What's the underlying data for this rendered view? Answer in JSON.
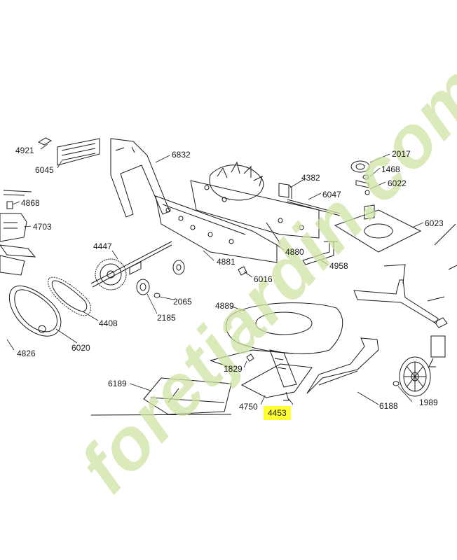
{
  "parts": [
    {
      "id": "4921"
    },
    {
      "id": "6045"
    },
    {
      "id": "6832"
    },
    {
      "id": "4382"
    },
    {
      "id": "6047"
    },
    {
      "id": "2017"
    },
    {
      "id": "1468"
    },
    {
      "id": "6022"
    },
    {
      "id": "6023"
    },
    {
      "id": "4868"
    },
    {
      "id": "4703"
    },
    {
      "id": "4447"
    },
    {
      "id": "4881"
    },
    {
      "id": "4880"
    },
    {
      "id": "4958"
    },
    {
      "id": "6016"
    },
    {
      "id": "2065"
    },
    {
      "id": "2185"
    },
    {
      "id": "4408"
    },
    {
      "id": "4889"
    },
    {
      "id": "4826"
    },
    {
      "id": "6020"
    },
    {
      "id": "1829"
    },
    {
      "id": "6189"
    },
    {
      "id": "4750"
    },
    {
      "id": "4453"
    },
    {
      "id": "6188"
    },
    {
      "id": "1989"
    }
  ],
  "highlighted_part": "4453",
  "colors": {
    "highlight": "#ffff33",
    "line": "#1a1a1a",
    "watermark_green": "#cfe3a4",
    "watermark_orange": "#f4c07a"
  },
  "watermark": {
    "text": "foretjardin.com"
  }
}
